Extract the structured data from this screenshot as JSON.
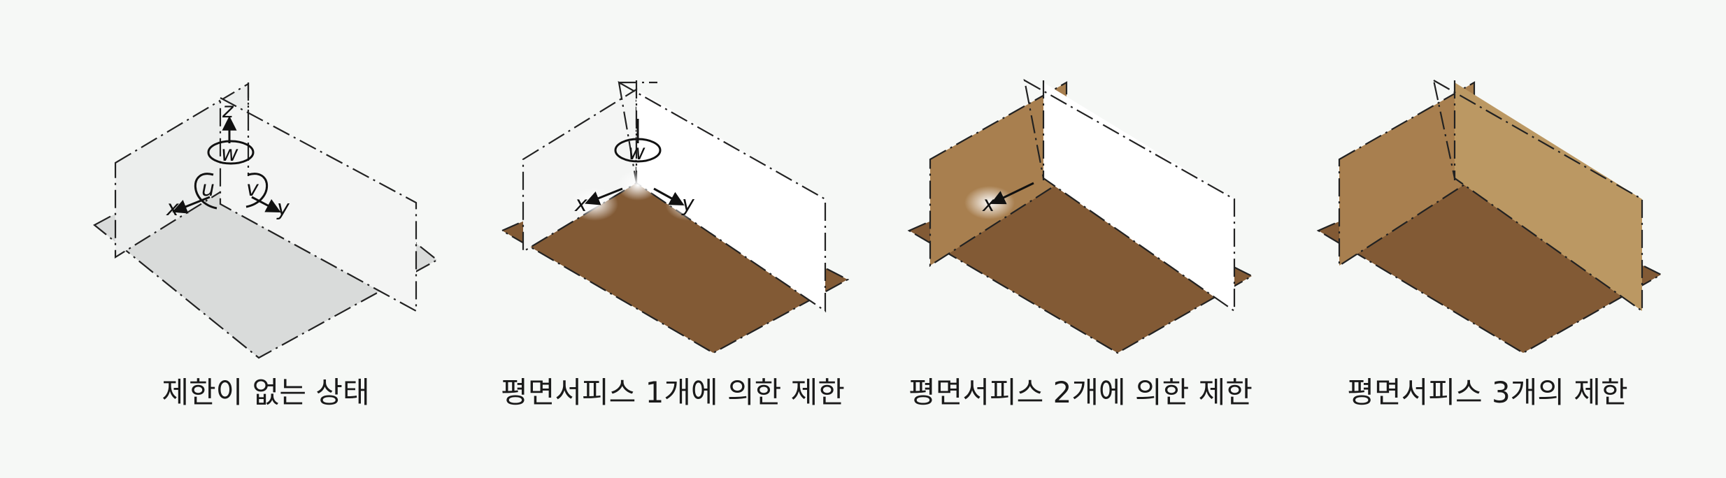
{
  "colors": {
    "background": "#f6f8f6",
    "plane_free_floor": "#d9dbda",
    "plane_free_wall": "#eceeed",
    "plane_white": "#ffffff",
    "floor_constrained": "#825a35",
    "wall_constrained_left": "#a87f4f",
    "wall_constrained_right": "#bb9863",
    "edge": "#222222"
  },
  "axis_labels": {
    "z": "z",
    "w": "w",
    "u": "u",
    "v": "v",
    "x": "x",
    "y": "y"
  },
  "panels": [
    {
      "caption": "제한이 없는 상태"
    },
    {
      "caption": "평면서피스 1개에 의한 제한"
    },
    {
      "caption": "평면서피스 2개에 의한 제한"
    },
    {
      "caption": "평면서피스 3개의 제한"
    }
  ]
}
